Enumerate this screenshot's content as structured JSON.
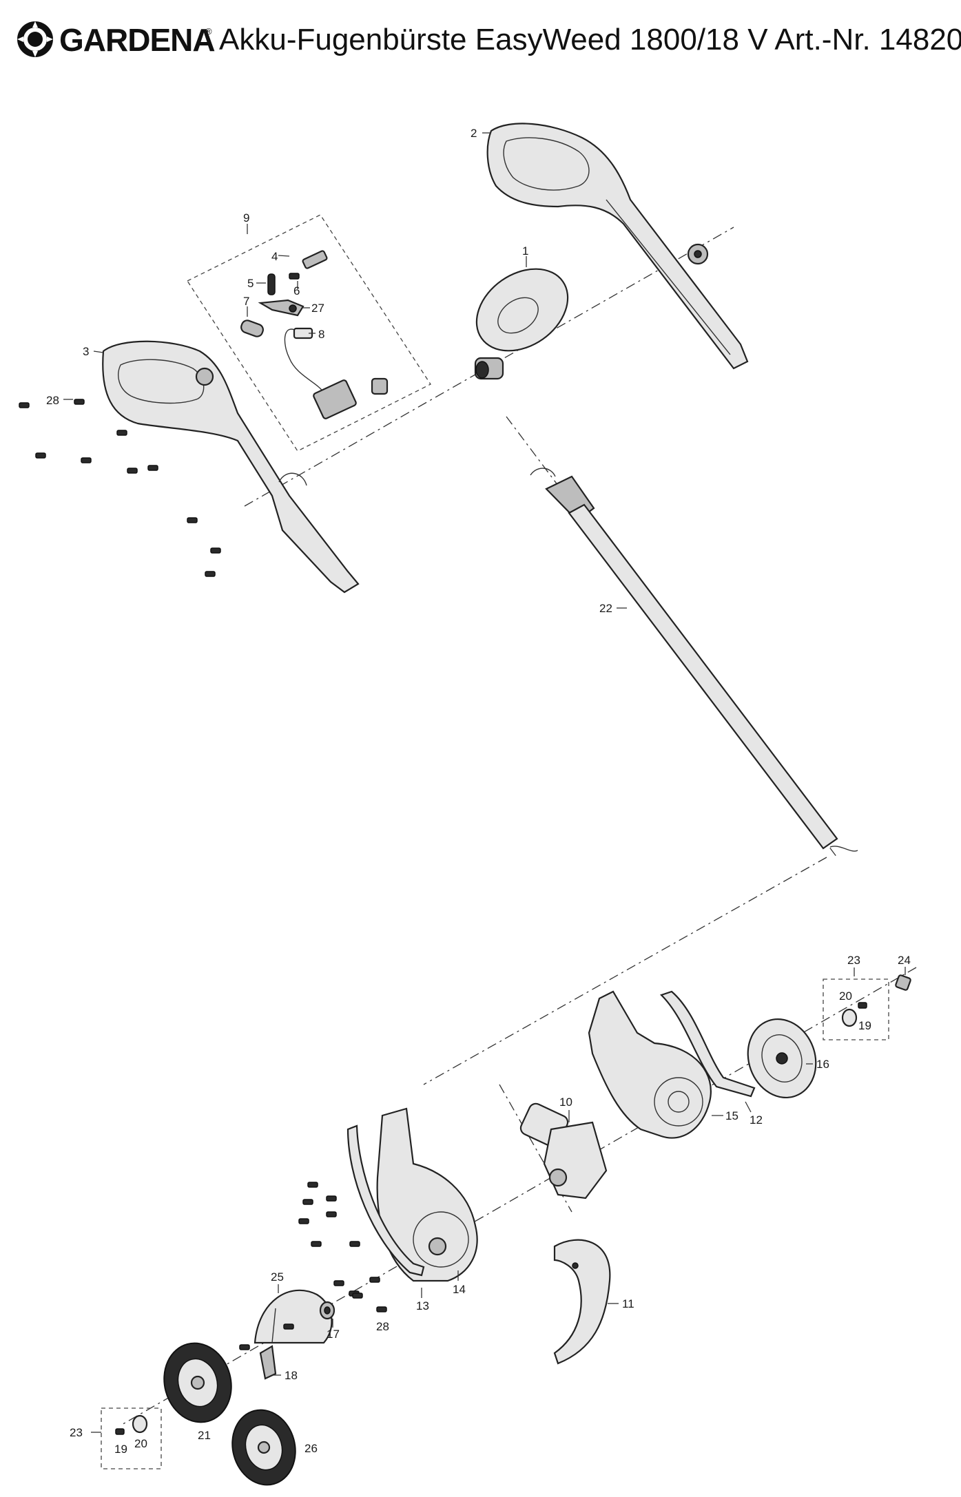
{
  "header": {
    "brand": "GARDENA",
    "registered_mark": "®",
    "title": "Akku-Fugenbürste EasyWeed 1800/18 V    Art.-Nr. 14820"
  },
  "labels": {
    "p1": "1",
    "p2": "2",
    "p3": "3",
    "p4": "4",
    "p5": "5",
    "p6": "6",
    "p7": "7",
    "p8": "8",
    "p9": "9",
    "p10": "10",
    "p11": "11",
    "p12": "12",
    "p13": "13",
    "p14": "14",
    "p15": "15",
    "p16": "16",
    "p17": "17",
    "p18": "18",
    "p19a": "19",
    "p19b": "19",
    "p20a": "20",
    "p20b": "20",
    "p21": "21",
    "p22": "22",
    "p23a": "23",
    "p23b": "23",
    "p24": "24",
    "p25": "25",
    "p26": "26",
    "p27": "27",
    "p28a": "28",
    "p28b": "28"
  },
  "colors": {
    "line": "#222222",
    "part_fill": "#e6e6e6",
    "dark": "#2a2a2a"
  }
}
